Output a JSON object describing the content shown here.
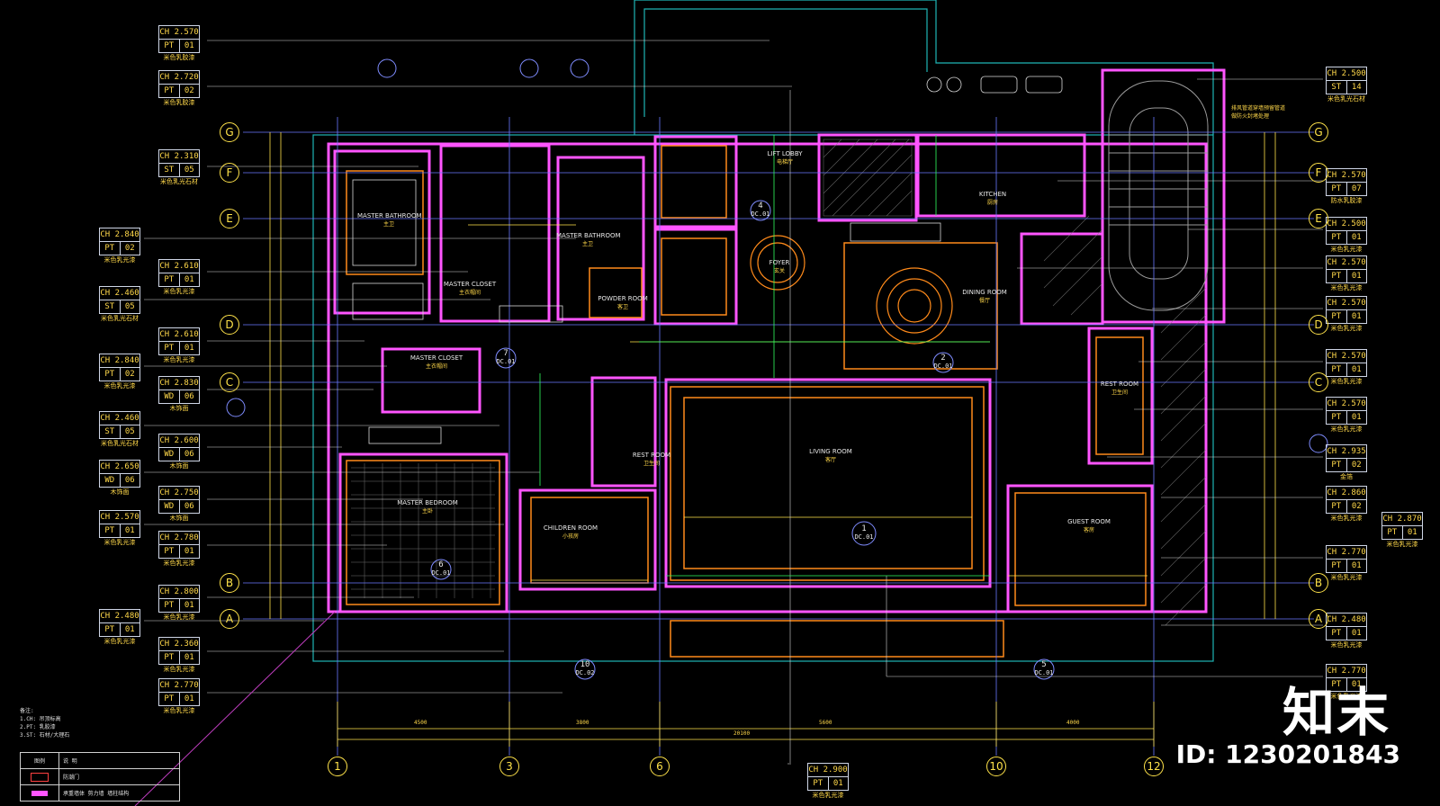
{
  "colors": {
    "background": "#000000",
    "wall": "#ff55ff",
    "dim_line": "#ffe34a",
    "grid": "#6a78ff",
    "ceiling": "#ff8a1a",
    "cyan": "#26d6d6",
    "green": "#30ff60",
    "white": "#e8e8e8"
  },
  "left_tags": [
    {
      "ch": "CH 2.570",
      "code": "PT",
      "num": "01",
      "note": "米色乳胶漆"
    },
    {
      "ch": "CH 2.720",
      "code": "PT",
      "num": "02",
      "note": "米色乳胶漆"
    },
    {
      "ch": "CH 2.310",
      "code": "ST",
      "num": "05",
      "note": "米色乳光石材"
    },
    {
      "ch": "CH 2.840",
      "code": "PT",
      "num": "02",
      "note": "米色乳光漆"
    },
    {
      "ch": "CH 2.610",
      "code": "PT",
      "num": "01",
      "note": "米色乳光漆"
    },
    {
      "ch": "CH 2.460",
      "code": "ST",
      "num": "05",
      "note": "米色乳光石材"
    },
    {
      "ch": "CH 2.610",
      "code": "PT",
      "num": "01",
      "note": "米色乳光漆"
    },
    {
      "ch": "CH 2.840",
      "code": "PT",
      "num": "02",
      "note": "米色乳光漆"
    },
    {
      "ch": "CH 2.830",
      "code": "WD",
      "num": "06",
      "note": "木饰面"
    },
    {
      "ch": "CH 2.460",
      "code": "ST",
      "num": "05",
      "note": "米色乳光石材"
    },
    {
      "ch": "CH 2.600",
      "code": "WD",
      "num": "06",
      "note": "木饰面"
    },
    {
      "ch": "CH 2.650",
      "code": "WD",
      "num": "06",
      "note": "木饰面"
    },
    {
      "ch": "CH 2.750",
      "code": "WD",
      "num": "06",
      "note": "木饰面"
    },
    {
      "ch": "CH 2.570",
      "code": "PT",
      "num": "01",
      "note": "米色乳光漆"
    },
    {
      "ch": "CH 2.780",
      "code": "PT",
      "num": "01",
      "note": "米色乳光漆"
    },
    {
      "ch": "CH 2.800",
      "code": "PT",
      "num": "01",
      "note": "米色乳光漆"
    },
    {
      "ch": "CH 2.480",
      "code": "PT",
      "num": "01",
      "note": "米色乳光漆"
    },
    {
      "ch": "CH 2.360",
      "code": "PT",
      "num": "01",
      "note": "米色乳光漆"
    },
    {
      "ch": "CH 2.770",
      "code": "PT",
      "num": "01",
      "note": "米色乳光漆"
    }
  ],
  "right_tags": [
    {
      "ch": "CH 2.500",
      "code": "ST",
      "num": "14",
      "note": "米色乳光石材"
    },
    {
      "ch": "CH 2.570",
      "code": "PT",
      "num": "07",
      "note": "防水乳胶漆"
    },
    {
      "ch": "CH 2.500",
      "code": "PT",
      "num": "01",
      "note": "米色乳光漆"
    },
    {
      "ch": "CH 2.570",
      "code": "PT",
      "num": "01",
      "note": "米色乳光漆"
    },
    {
      "ch": "CH 2.570",
      "code": "PT",
      "num": "01",
      "note": "米色乳光漆"
    },
    {
      "ch": "CH 2.570",
      "code": "PT",
      "num": "01",
      "note": "米色乳光漆"
    },
    {
      "ch": "CH 2.570",
      "code": "PT",
      "num": "01",
      "note": "米色乳光漆"
    },
    {
      "ch": "CH 2.935",
      "code": "PT",
      "num": "02",
      "note": "金箔"
    },
    {
      "ch": "CH 2.860",
      "code": "PT",
      "num": "02",
      "note": "米色乳光漆"
    },
    {
      "ch": "CH 2.870",
      "code": "PT",
      "num": "01",
      "note": "米色乳光漆"
    },
    {
      "ch": "CH 2.770",
      "code": "PT",
      "num": "01",
      "note": "米色乳光漆"
    },
    {
      "ch": "CH 2.480",
      "code": "PT",
      "num": "01",
      "note": "米色乳光漆"
    },
    {
      "ch": "CH 2.770",
      "code": "PT",
      "num": "01",
      "note": "米色乳光漆"
    }
  ],
  "bottom_tag": {
    "ch": "CH 2.900",
    "code": "PT",
    "num": "01",
    "note": "米色乳光漆"
  },
  "grid_rows_left": [
    "G",
    "F",
    "E",
    "D",
    "C",
    "B",
    "A"
  ],
  "grid_rows_right": [
    "G",
    "F",
    "E",
    "D",
    "C",
    "B",
    "A"
  ],
  "grid_cols": [
    "1",
    "3",
    "6",
    "10",
    "12"
  ],
  "rooms": [
    {
      "id": "master-bathroom",
      "name": "MASTER BATHROOM",
      "sub": "主卫"
    },
    {
      "id": "master-bathroom-2",
      "name": "MASTER BATHROOM",
      "sub": "主卫"
    },
    {
      "id": "master-closet",
      "name": "MASTER CLOSET",
      "sub": "主衣帽间"
    },
    {
      "id": "master-closet-2",
      "name": "MASTER CLOSET",
      "sub": "主衣帽间"
    },
    {
      "id": "powder-room",
      "name": "POWDER ROOM",
      "sub": "客卫"
    },
    {
      "id": "lift-lobby",
      "name": "LIFT LOBBY",
      "sub": "电梯厅"
    },
    {
      "id": "foyer",
      "name": "FOYER",
      "sub": "玄关"
    },
    {
      "id": "kitchen",
      "name": "KITCHEN",
      "sub": "厨房"
    },
    {
      "id": "dining-room",
      "name": "DINING ROOM",
      "sub": "餐厅"
    },
    {
      "id": "living-room",
      "name": "LIVING ROOM",
      "sub": "客厅"
    },
    {
      "id": "rest-room-1",
      "name": "REST ROOM",
      "sub": "卫生间"
    },
    {
      "id": "rest-room-2",
      "name": "REST ROOM",
      "sub": "卫生间"
    },
    {
      "id": "master-bedroom",
      "name": "MASTER BEDROOM",
      "sub": "主卧"
    },
    {
      "id": "children-room",
      "name": "CHILDREN ROOM",
      "sub": "小孩房"
    },
    {
      "id": "guest-room",
      "name": "GUEST ROOM",
      "sub": "客房"
    }
  ],
  "detail_callouts": [
    {
      "num": "7",
      "ref": "DC.01"
    },
    {
      "num": "4",
      "ref": "DC.01"
    },
    {
      "num": "2",
      "ref": "DC.01"
    },
    {
      "num": "1",
      "ref": "DC.01"
    },
    {
      "num": "6",
      "ref": "DC.01"
    },
    {
      "num": "10",
      "ref": "DC.02"
    },
    {
      "num": "5",
      "ref": "DC.01"
    }
  ],
  "dims_bottom": [
    "4500",
    "3800",
    "5600",
    "4000"
  ],
  "dim_total": "20100",
  "legend": {
    "header": [
      "图例",
      "说  明"
    ],
    "row1": "防潮门",
    "row2": "承重墙体 剪力墙 墙柱结构"
  },
  "notes": [
    "备注:",
    "1.CH: 吊顶标高",
    "2.PT: 乳胶漆",
    "3.ST: 石材/大理石"
  ],
  "annotation_right": [
    "排风管道穿墙预留管道",
    "做防火封堵处理"
  ],
  "watermark": {
    "brand": "知末",
    "id": "ID: 1230201843"
  }
}
